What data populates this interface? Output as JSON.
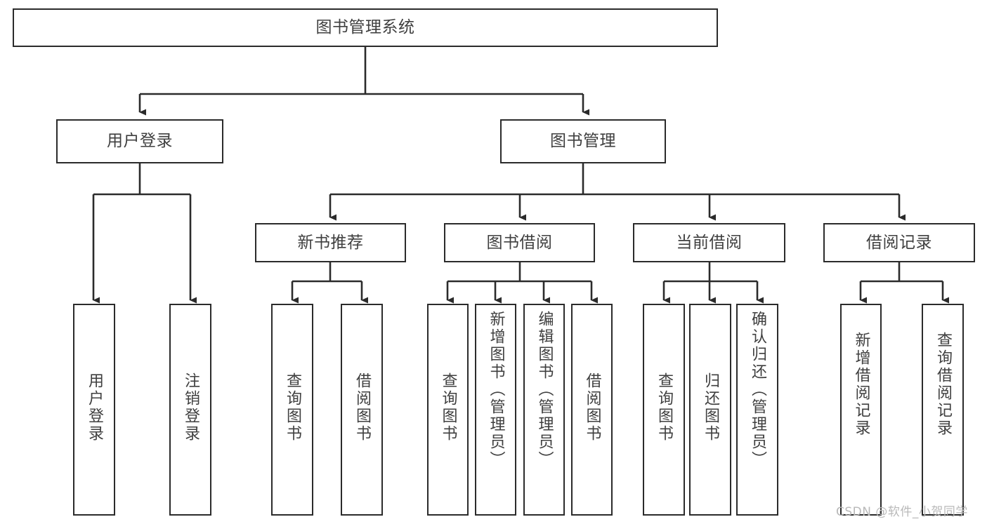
{
  "diagram": {
    "type": "tree-hierarchy",
    "title": "图书管理系统",
    "root": {
      "id": "root",
      "label": "图书管理系统"
    },
    "level2": [
      {
        "id": "user-login",
        "label": "用户登录"
      },
      {
        "id": "book-management",
        "label": "图书管理"
      }
    ],
    "level3": [
      {
        "id": "new-book-recommend",
        "label": "新书推荐",
        "parent": "book-management"
      },
      {
        "id": "book-borrow",
        "label": "图书借阅",
        "parent": "book-management"
      },
      {
        "id": "current-borrow",
        "label": "当前借阅",
        "parent": "book-management"
      },
      {
        "id": "borrow-record",
        "label": "借阅记录",
        "parent": "book-management"
      }
    ],
    "leaves": {
      "user_login": [
        {
          "id": "leaf-user-login",
          "label": "用户登录"
        },
        {
          "id": "leaf-user-logout",
          "label": "注销登录"
        }
      ],
      "new_book_recommend": [
        {
          "id": "leaf-query-book-1",
          "label": "查询图书"
        },
        {
          "id": "leaf-borrow-book-1",
          "label": "借阅图书"
        }
      ],
      "book_borrow": [
        {
          "id": "leaf-query-book-2",
          "label": "查询图书"
        },
        {
          "id": "leaf-add-book",
          "label": "新增图书（管理员）"
        },
        {
          "id": "leaf-edit-book",
          "label": "编辑图书（管理员）"
        },
        {
          "id": "leaf-borrow-book-2",
          "label": "借阅图书"
        }
      ],
      "current_borrow": [
        {
          "id": "leaf-query-book-3",
          "label": "查询图书"
        },
        {
          "id": "leaf-return-book",
          "label": "归还图书"
        },
        {
          "id": "leaf-confirm-return",
          "label": "确认归还（管理员）"
        }
      ],
      "borrow_record": [
        {
          "id": "leaf-add-record",
          "label": "新增借阅记录"
        },
        {
          "id": "leaf-query-record",
          "label": "查询借阅记录"
        }
      ]
    },
    "colors": {
      "border": "#2b2b2b",
      "text": "#3f3f3f",
      "background": "#ffffff",
      "watermark": "#b9b9b9"
    }
  },
  "watermark": {
    "text": "CSDN @软件_小贺同学"
  }
}
